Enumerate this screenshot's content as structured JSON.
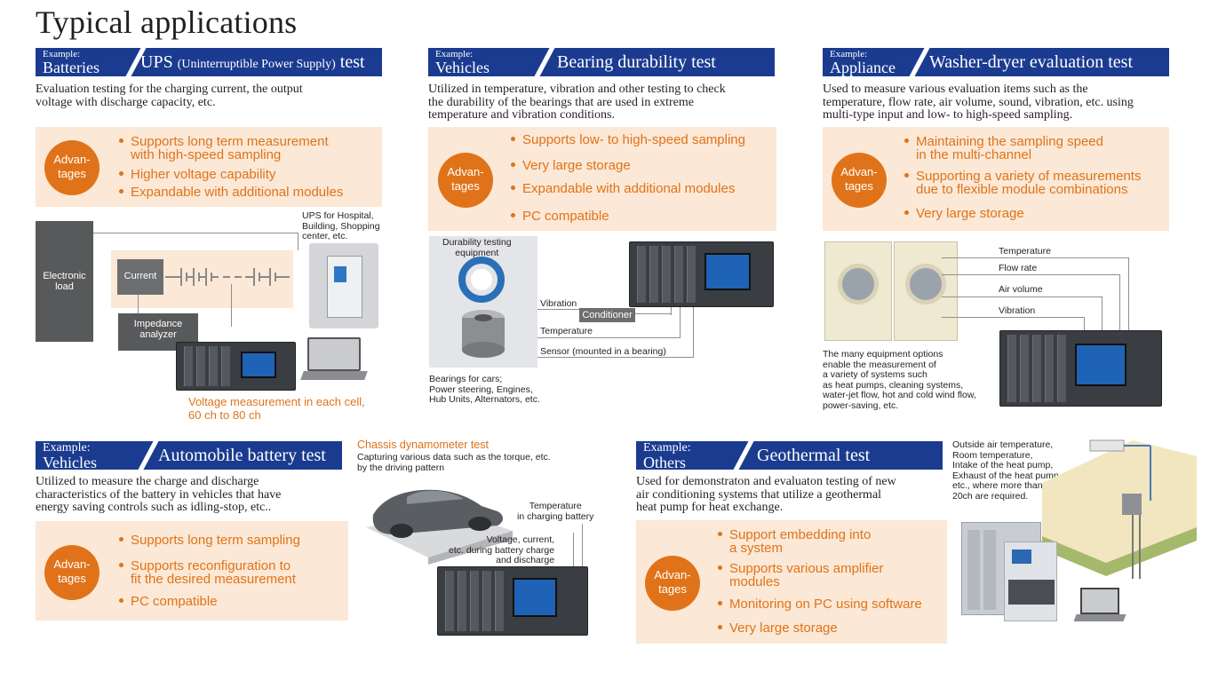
{
  "page": {
    "title": "Typical applications"
  },
  "colors": {
    "header_blue": "#1a3b8f",
    "advantage_orange": "#e07319",
    "advantage_bg": "#fbe8d6"
  },
  "sections": [
    {
      "example_label": "Example:",
      "category": "Batteries",
      "title": "UPS",
      "title_note": "(Uninterruptible Power Supply)",
      "title_tail": "test",
      "description": [
        "Evaluation testing for the charging current, the output",
        "voltage with discharge capacity, etc."
      ],
      "advantages_label": [
        "Advan-",
        "tages"
      ],
      "advantages": [
        [
          "Supports long term measurement",
          "with high-speed sampling"
        ],
        [
          "Higher voltage capability"
        ],
        [
          "Expandable with additional modules"
        ]
      ],
      "diagram": {
        "electronic_load": [
          "Electronic",
          "load"
        ],
        "current": "Current",
        "impedance": [
          "Impedance",
          "analyzer"
        ],
        "ups_note": [
          "UPS for Hospital,",
          "Building, Shopping",
          "center, etc."
        ],
        "voltage_note": [
          "Voltage measurement in each cell,",
          "60 ch to 80 ch"
        ]
      }
    },
    {
      "example_label": "Example:",
      "category": "Vehicles",
      "title": "Bearing durability test",
      "description": [
        "Utilized in temperature, vibration and other testing to check",
        "the durability of the bearings that are used in extreme",
        "temperature and vibration conditions."
      ],
      "advantages_label": [
        "Advan-",
        "tages"
      ],
      "advantages": [
        [
          "Supports low- to high-speed sampling"
        ],
        [
          "Very large storage"
        ],
        [
          "Expandable with additional modules"
        ],
        [
          "PC compatible"
        ]
      ],
      "diagram": {
        "equipment": [
          "Durability testing",
          "equipment"
        ],
        "vibration": "Vibration",
        "conditioner": "Conditioner",
        "temperature": "Temperature",
        "sensor": "Sensor (mounted in a bearing)",
        "bearings_note": [
          "Bearings for cars;",
          "Power steering, Engines,",
          "Hub Units, Alternators, etc."
        ]
      }
    },
    {
      "example_label": "Example:",
      "category": "Appliance",
      "title": "Washer-dryer evaluation test",
      "description": [
        "Used to measure  various evaluation items such as the",
        "temperature, flow rate, air volume, sound, vibration, etc. using",
        "multi-type input and low- to high-speed sampling."
      ],
      "advantages_label": [
        "Advan-",
        "tages"
      ],
      "advantages": [
        [
          "Maintaining the sampling speed",
          "in the multi-channel"
        ],
        [
          "Supporting a variety of measurements",
          "due to flexible module combinations"
        ],
        [
          "Very large storage"
        ]
      ],
      "diagram": {
        "signals": [
          "Temperature",
          "Flow rate",
          "Air volume",
          "Vibration"
        ],
        "note": [
          "The many equipment options",
          "enable the measurement of",
          "a variety of systems such",
          "as heat pumps, cleaning systems,",
          "water-jet flow, hot and cold wind flow,",
          "power-saving, etc."
        ]
      }
    },
    {
      "example_label": "Example:",
      "category": "Vehicles",
      "title": "Automobile battery test",
      "description": [
        "Utilized to measure the charge and discharge",
        "characteristics of the battery in vehicles that have",
        "energy saving controls such as idling-stop, etc.."
      ],
      "advantages_label": [
        "Advan-",
        "tages"
      ],
      "advantages": [
        [
          "Supports long term sampling"
        ],
        [
          "Supports reconfiguration to",
          "fit the desired measurement"
        ],
        [
          "PC compatible"
        ]
      ],
      "diagram": {
        "chassis_title": "Chassis dynamometer test",
        "chassis_desc": [
          "Capturing various data such as the torque, etc.",
          "by the driving pattern"
        ],
        "temp_note": [
          "Temperature",
          "in charging battery"
        ],
        "voltage_note": [
          "Voltage, current,",
          "etc. during battery charge",
          "and discharge"
        ]
      }
    },
    {
      "example_label": "Example:",
      "category": "Others",
      "title": "Geothermal test",
      "description": [
        "Used for demonstraton and evaluaton testing of new",
        "air conditioning systems that utilize a geothermal",
        "heat pump for heat exchange."
      ],
      "advantages_label": [
        "Advan-",
        "tages"
      ],
      "advantages": [
        [
          "Support embedding into",
          "a system"
        ],
        [
          "Supports various amplifier",
          "modules"
        ],
        [
          "Monitoring on PC using software"
        ],
        [
          "Very large storage"
        ]
      ],
      "diagram": {
        "note": [
          "Outside air temperature,",
          "Room temperature,",
          "Intake of the heat pump,",
          "Exhaust of the heat pump,",
          "etc., where more than",
          "20ch are required."
        ]
      }
    }
  ]
}
